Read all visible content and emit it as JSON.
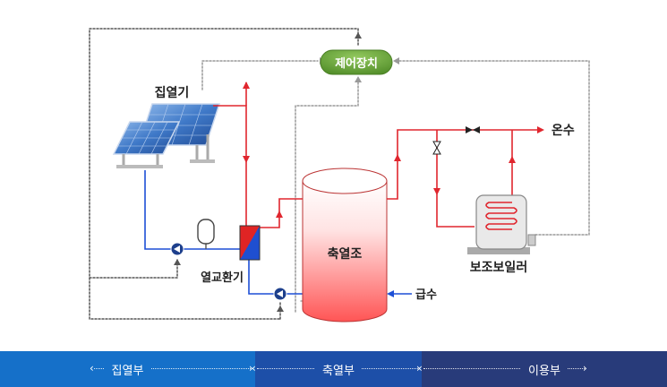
{
  "labels": {
    "control": "제어장치",
    "collector": "집열기",
    "heat_exchanger": "열교환기",
    "storage_tank": "축열조",
    "hot_water": "온수",
    "aux_boiler": "보조보일러",
    "water_supply": "급수"
  },
  "footer": {
    "sections": [
      "집열부",
      "축열부",
      "이용부"
    ]
  },
  "colors": {
    "supply_line": "#e0262e",
    "return_line": "#1d4fd6",
    "control_line": "#999999",
    "controller_fill": "#6aa43a",
    "tank_top": "#ffffff",
    "tank_bottom": "#ff5a5a",
    "footer_1": "#1570c9",
    "footer_2": "#1d4fa8",
    "footer_3": "#283b7a"
  },
  "icons": [
    "solar-panel-icon",
    "pump-icon",
    "expansion-tank-icon",
    "valve-icon",
    "boiler-icon",
    "arrow-icon"
  ]
}
